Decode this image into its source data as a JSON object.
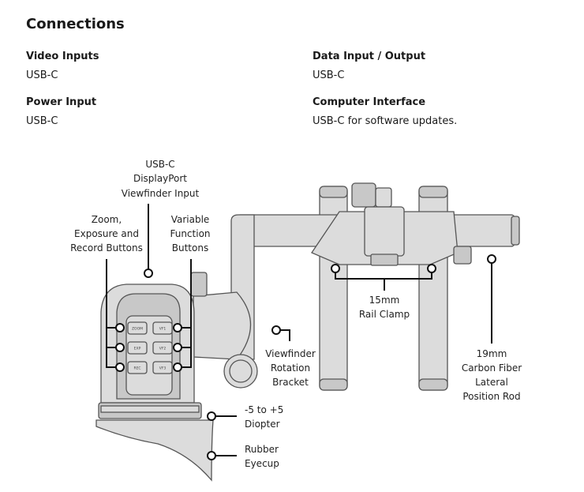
{
  "section": {
    "title": "Connections"
  },
  "specs": [
    {
      "label": "Video Inputs",
      "value": "USB-C"
    },
    {
      "label": "Data Input / Output",
      "value": "USB-C"
    },
    {
      "label": "Power Input",
      "value": "USB-C"
    },
    {
      "label": "Computer Interface",
      "value": "USB-C for software updates."
    }
  ],
  "diagram": {
    "callouts": {
      "usb": [
        "USB-C",
        "DisplayPort",
        "Viewfinder Input"
      ],
      "zoom": [
        "Zoom,",
        "Exposure and",
        "Record Buttons"
      ],
      "variable": [
        "Variable",
        "Function",
        "Buttons"
      ],
      "rotation": [
        "Viewfinder",
        "Rotation",
        "Bracket"
      ],
      "clamp": [
        "15mm",
        "Rail Clamp"
      ],
      "rod": [
        "19mm",
        "Carbon Fiber",
        "Lateral",
        "Position Rod"
      ],
      "diopter": [
        "-5 to +5",
        "Diopter"
      ],
      "eyecup": [
        "Rubber",
        "Eyecup"
      ]
    },
    "buttons": [
      "ZOOM",
      "VF1",
      "EXP",
      "VF2",
      "REC",
      "VF3"
    ]
  }
}
